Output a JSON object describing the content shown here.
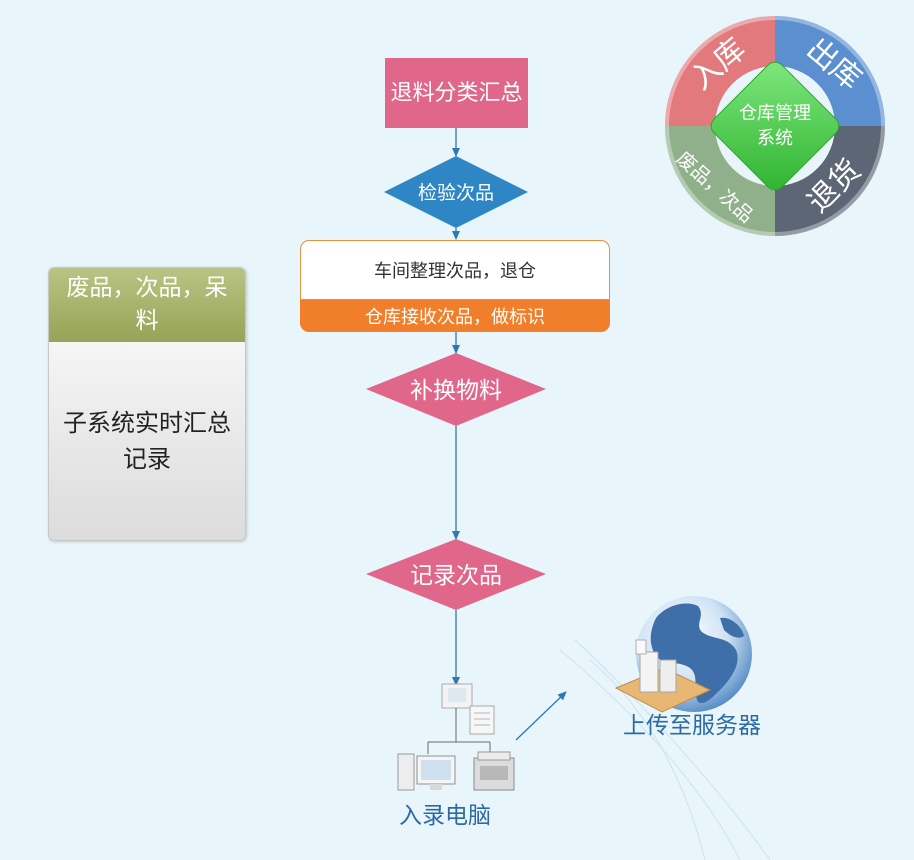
{
  "side_panel": {
    "header": "废品，次品，呆料",
    "body": "子系统实时汇总记录"
  },
  "flow": {
    "summary": "退料分类汇总",
    "inspect": "检验次品",
    "workshop": "车间整理次品，退仓",
    "receive": "仓库接收次品，做标识",
    "replace": "补换物料",
    "record": "记录次品",
    "entry_computer": "入录电脑",
    "upload_server": "上传至服务器"
  },
  "wheel": {
    "center": [
      "仓库管理",
      "系统"
    ],
    "segments": {
      "inbound": "入库",
      "outbound": "出库",
      "return": "退货",
      "scrap": "废品，次品"
    }
  },
  "colors": {
    "background": "#e8f6fc",
    "rect_pink": "#e0668a",
    "diamond_blue": "#2f86c4",
    "diamond_pink": "#e0668a",
    "orange": "#f07e2a",
    "panel_header": "#a3ae62",
    "wheel_red": "#e27a7d",
    "wheel_blue": "#5b8fd0",
    "wheel_gray": "#5c6674",
    "wheel_green": "#8fb08a",
    "wheel_center": "#3fcf3f",
    "text_blue": "#2d6aa3"
  },
  "icons": [
    "computer-network-icon",
    "globe-server-icon",
    "arrow-icon"
  ]
}
